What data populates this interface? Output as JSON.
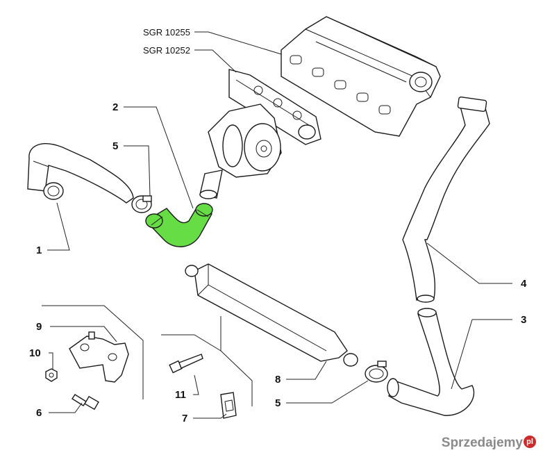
{
  "callouts": {
    "c1": "1",
    "c2": "2",
    "c3": "3",
    "c4": "4",
    "c5a": "5",
    "c5b": "5",
    "c6": "6",
    "c7": "7",
    "c8": "8",
    "c9": "9",
    "c10": "10",
    "c11": "11"
  },
  "refs": {
    "r1": "SGR 10255",
    "r2": "SGR 10252"
  },
  "highlight_color": "#66dd44",
  "watermark": {
    "text": "Sprzedajemy",
    "badge": "pl"
  }
}
